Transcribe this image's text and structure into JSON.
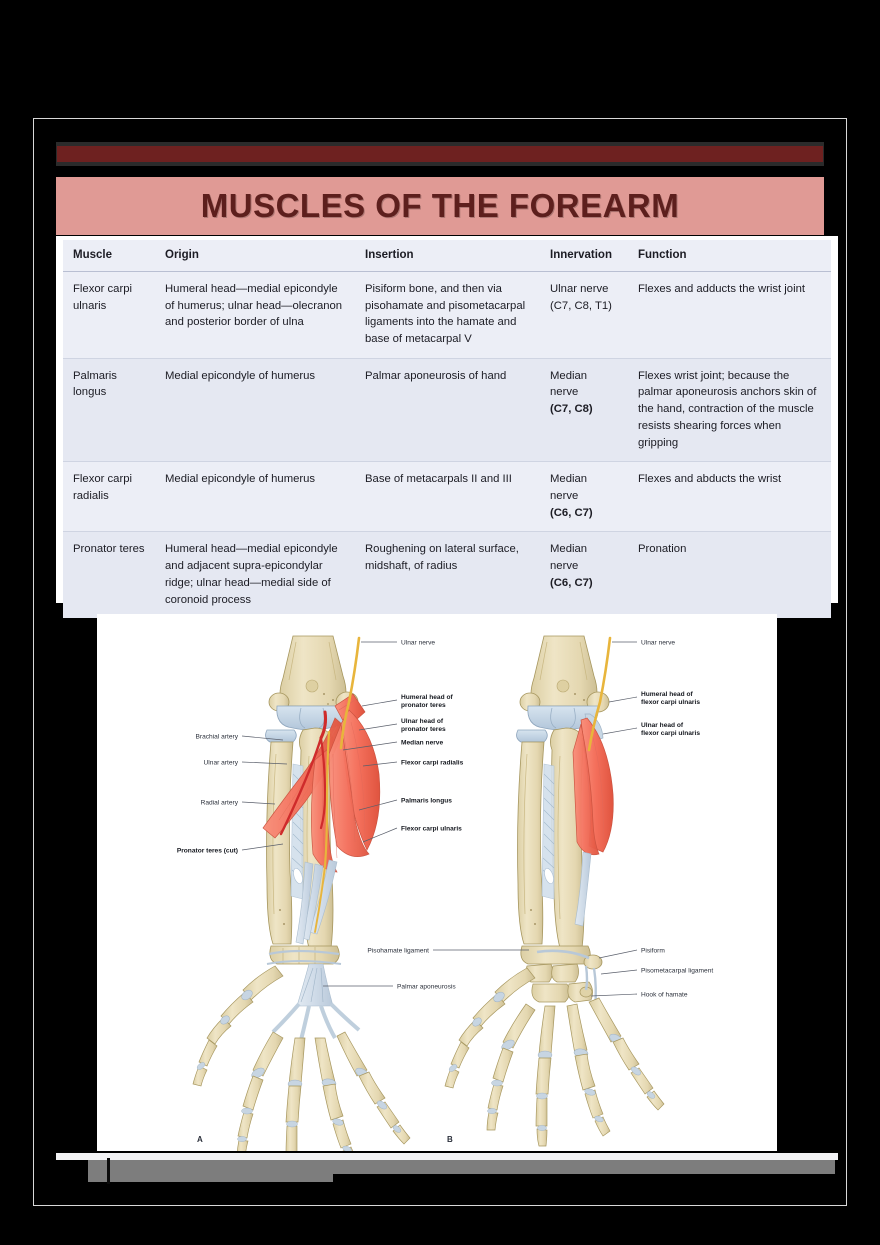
{
  "slide": {
    "title": "MUSCLES OF THE FOREARM",
    "accent_color": "#6e2120",
    "title_band_color": "#e09a95",
    "title_text_color": "#5d1f1d"
  },
  "table": {
    "headers": [
      "Muscle",
      "Origin",
      "Insertion",
      "Innervation",
      "Function"
    ],
    "rows": [
      {
        "muscle": "Flexor carpi ulnaris",
        "origin": "Humeral head—medial epicondyle of humerus; ulnar head—olecranon and posterior border of ulna",
        "insertion": "Pisiform bone, and then via pisohamate and pisometacarpal ligaments into the hamate and base of metacarpal V",
        "innervation_nerve": "Ulnar nerve",
        "innervation_roots": "(C7, C8, T1)",
        "function": "Flexes and adducts the wrist joint"
      },
      {
        "muscle": "Palmaris longus",
        "origin": "Medial epicondyle of humerus",
        "insertion": "Palmar aponeurosis of hand",
        "innervation_nerve": "Median nerve",
        "innervation_roots": "(C7, C8)",
        "function": "Flexes wrist joint; because the palmar aponeurosis anchors skin of the hand, contraction of the muscle resists shearing forces when gripping"
      },
      {
        "muscle": "Flexor carpi radialis",
        "origin": "Medial epicondyle of humerus",
        "insertion": "Base of metacarpals II and III",
        "innervation_nerve": "Median nerve",
        "innervation_roots": "(C6, C7)",
        "function": "Flexes and abducts the wrist"
      },
      {
        "muscle": "Pronator teres",
        "origin": "Humeral head—medial epicondyle and adjacent supra-epicondylar ridge; ulnar head—medial side of coronoid process",
        "insertion": "Roughening on lateral surface, midshaft, of radius",
        "innervation_nerve": "Median nerve",
        "innervation_roots": "(C6, C7)",
        "function": "Pronation"
      }
    ]
  },
  "figure": {
    "panel_a": {
      "key": "A",
      "labels_left": [
        "Brachial artery",
        "Ulnar artery",
        "Radial artery",
        "Pronator teres (cut)"
      ],
      "labels_right": [
        "Ulnar nerve",
        "Humeral head of pronator teres",
        "Ulnar head of pronator teres",
        "Median nerve",
        "Flexor carpi radialis",
        "Palmaris longus",
        "Flexor carpi ulnaris",
        "Palmar aponeurosis"
      ]
    },
    "panel_b": {
      "key": "B",
      "labels_left": [
        "Pisohamate ligament"
      ],
      "labels_right": [
        "Ulnar nerve",
        "Humeral head of flexor carpi ulnaris",
        "Ulnar head of flexor carpi ulnaris",
        "Pisiform",
        "Pisometacarpal ligament",
        "Hook of hamate"
      ]
    },
    "colors": {
      "bone": "#e8dcb8",
      "muscle": "#f4705c",
      "cartilage": "#c3d4e4",
      "tendon": "#cfdbe8",
      "nerve": "#e8b53c",
      "artery": "#cf2b2b"
    }
  }
}
